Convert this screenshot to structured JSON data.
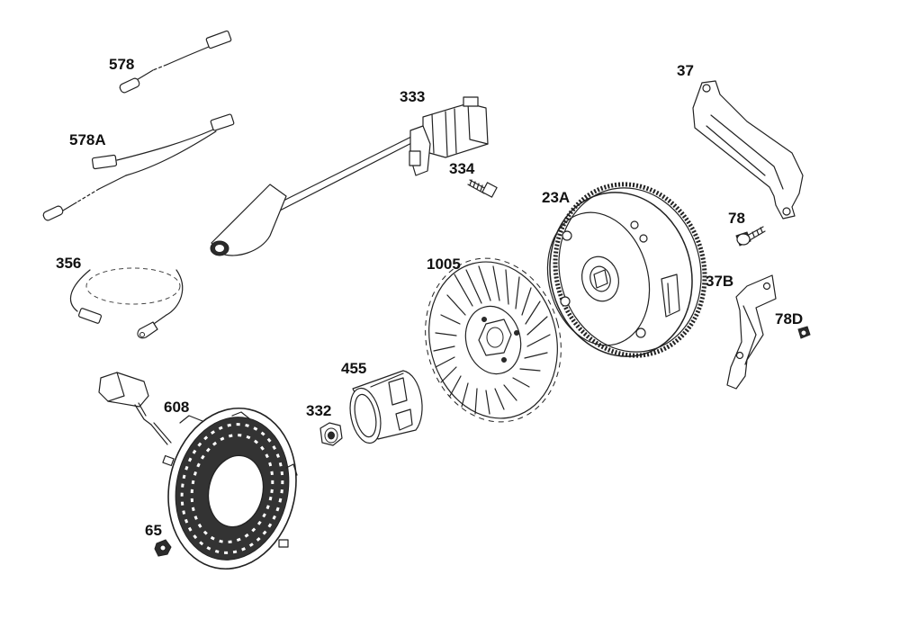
{
  "parts": {
    "p578": "578",
    "p578a": "578A",
    "p333": "333",
    "p334": "334",
    "p37": "37",
    "p23a": "23A",
    "p78": "78",
    "p356": "356",
    "p1005": "1005",
    "p37b": "37B",
    "p78d": "78D",
    "p455": "455",
    "p608": "608",
    "p332": "332",
    "p65": "65"
  },
  "colors": {
    "line": "#222222",
    "background": "#ffffff"
  }
}
